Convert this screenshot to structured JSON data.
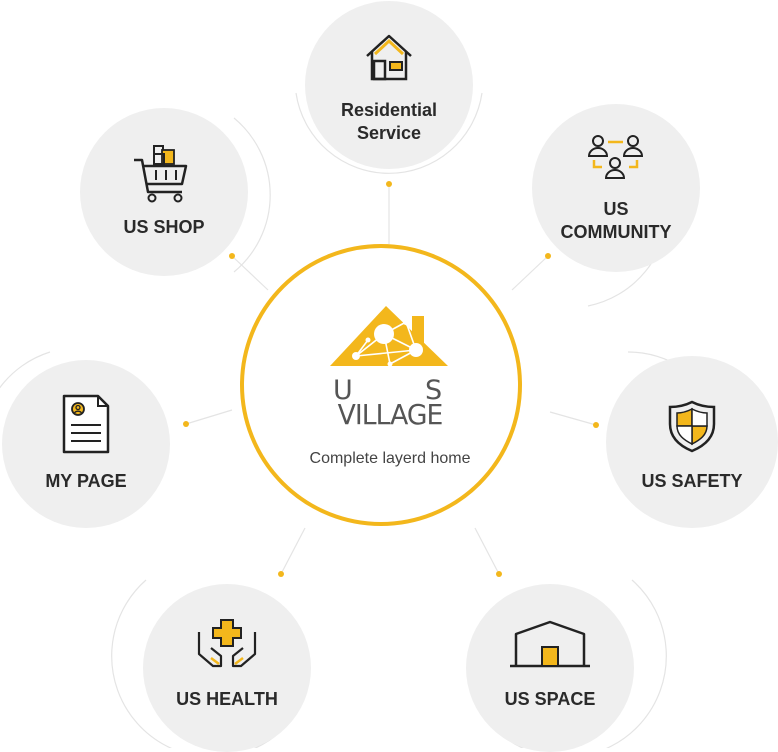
{
  "center": {
    "logo_letter_u": "U",
    "logo_letter_s": "S",
    "logo_village": "VILLAGE",
    "tagline": "Complete layerd home"
  },
  "nodes": {
    "residential": {
      "label": "Residential\nService",
      "icon": "house-icon"
    },
    "community": {
      "label": "US\nCOMMUNITY",
      "icon": "people-network-icon"
    },
    "safety": {
      "label": "US SAFETY",
      "icon": "shield-icon"
    },
    "space": {
      "label": "US SPACE",
      "icon": "warehouse-icon"
    },
    "health": {
      "label": "US HEALTH",
      "icon": "hands-cross-icon"
    },
    "mypage": {
      "label": "MY PAGE",
      "icon": "profile-document-icon"
    },
    "shop": {
      "label": "US SHOP",
      "icon": "shopping-cart-icon"
    }
  },
  "colors": {
    "accent": "#f3b71c",
    "circle_fill": "#efefef",
    "text": "#2a2a2a",
    "line": "#dddddd"
  }
}
